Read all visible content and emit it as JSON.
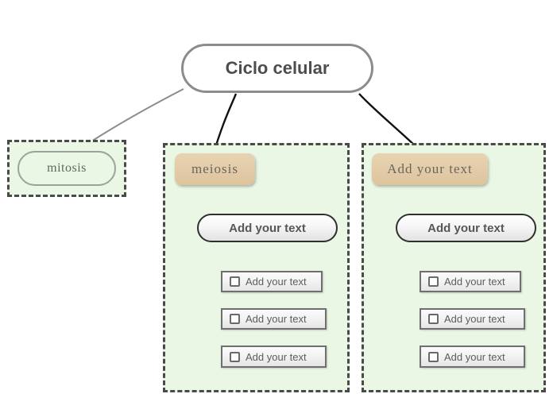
{
  "diagram": {
    "type": "mind-map",
    "title": "Ciclo celular",
    "colors": {
      "group_fill": "#e9f7e4",
      "group_border": "#4a4a4a",
      "tan_node": "#ddc49e",
      "root_border": "#8c8c8c",
      "root_text": "#4d4d4d",
      "leaf_border": "#6f6f6f",
      "link_black": "#111111",
      "link_gray": "#8c8c8c"
    },
    "root": {
      "label": "Ciclo celular"
    },
    "branches": [
      {
        "id": "mitosis",
        "node_label": "mitosis",
        "node_style": "outline-pill",
        "connector_color": "#8c8c8c",
        "children": []
      },
      {
        "id": "meiosis",
        "node_label": "meiosis",
        "node_style": "tan-box",
        "connector_color": "#111111",
        "sub_label": "Add your text",
        "children": [
          {
            "label": "Add your text",
            "checkbox": true
          },
          {
            "label": "Add your text",
            "checkbox": true
          },
          {
            "label": "Add your text",
            "checkbox": true
          }
        ]
      },
      {
        "id": "third",
        "node_label": "Add your text",
        "node_style": "tan-box",
        "connector_color": "#111111",
        "sub_label": "Add your text",
        "children": [
          {
            "label": "Add your text",
            "checkbox": true
          },
          {
            "label": "Add your text",
            "checkbox": true
          },
          {
            "label": "Add your text",
            "checkbox": true
          }
        ]
      }
    ]
  }
}
